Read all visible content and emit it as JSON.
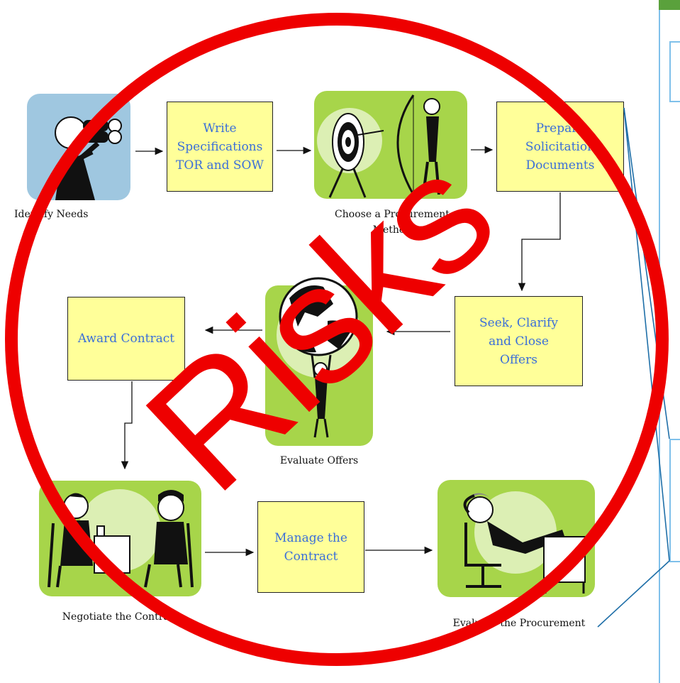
{
  "boxes": {
    "write_spec": "Write\nSpecifications\nTOR and SOW",
    "prepare_solicitation": "Prepare\nSolicitation\nDocuments",
    "seek_offers": "Seek, Clarify\nand Close\nOffers",
    "award_contract": "Award Contract",
    "manage_contract": "Manage the\nContract"
  },
  "captions": {
    "identify_needs": "Identify Needs",
    "choose_method": "Choose a Procurement\nMethod",
    "evaluate_offers": "Evaluate Offers",
    "negotiate": "Negotiate the Contract",
    "evaluate_procurement": "Evaluate the Procurement"
  },
  "overlay": {
    "text": "Risks",
    "color": "#ee0000"
  },
  "colors": {
    "box_fill": "#ffff99",
    "box_text": "#3b6fd8",
    "picture_green": "#a7d54a",
    "picture_blue": "#9fc7e0",
    "side_panel_green": "#5aa13c",
    "side_panel_border": "#7fc0ea"
  }
}
